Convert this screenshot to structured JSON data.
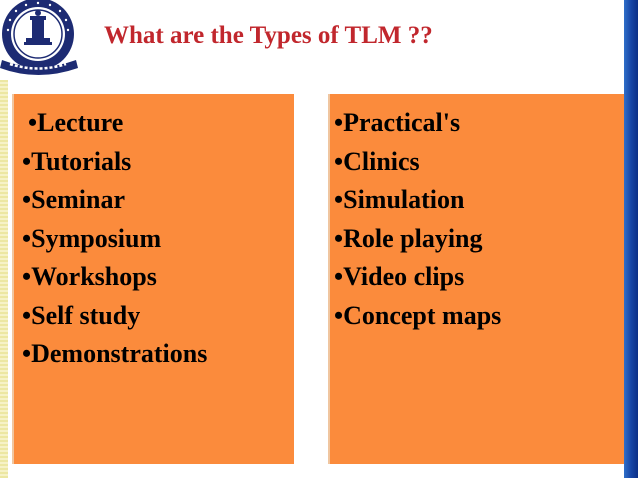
{
  "slide": {
    "title": "What are the Types of TLM ??",
    "bullet": "•",
    "left_column": {
      "items": [
        "Lecture",
        "Tutorials",
        "Seminar",
        "Symposium",
        "Workshops",
        "Self study",
        "Demonstrations"
      ]
    },
    "right_column": {
      "items": [
        "Practical's",
        "Clinics",
        "Simulation",
        "Role playing",
        "Video clips",
        "Concept maps"
      ]
    },
    "colors": {
      "title": "#c1272d",
      "box_fill": "#fb8b3c",
      "right_accent_bar": "#1746a6",
      "logo_navy": "#1d2b73"
    },
    "logo_icon": "college-emblem-icon"
  }
}
